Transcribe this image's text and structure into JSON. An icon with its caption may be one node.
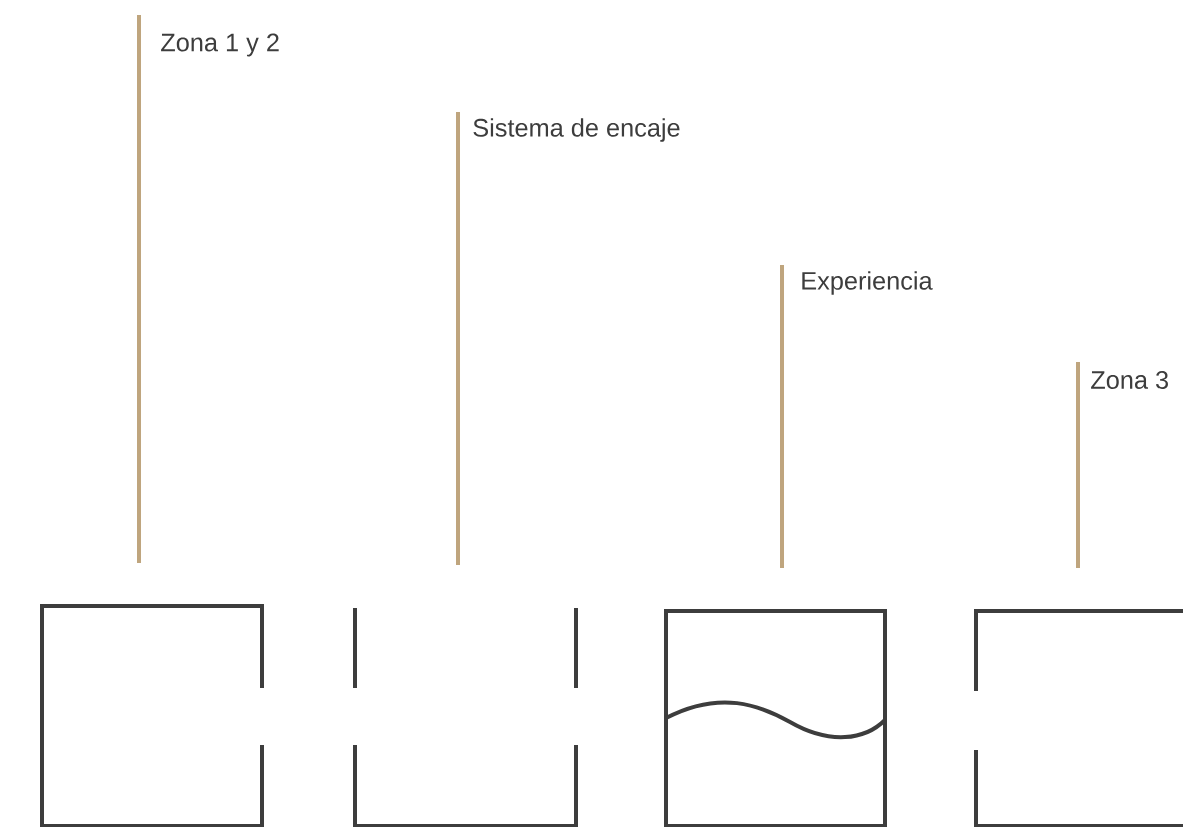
{
  "diagram": {
    "nodes": [
      {
        "text": [
          "Zona 1 y 2"
        ]
      },
      {
        "text": [
          "Sistema de encaje"
        ]
      },
      {
        "text": [
          "Experiencia"
        ]
      },
      {
        "text": [
          "Zona 3"
        ]
      },
      {
        "text": [],
        "shape": "box"
      },
      {
        "text": [],
        "shape": "box"
      },
      {
        "text": [],
        "shape": "box"
      },
      {
        "text": [],
        "shape": "box"
      }
    ],
    "edges": [
      {
        "from": 0,
        "to": 4,
        "arrow": "none"
      },
      {
        "from": 1,
        "to": 5,
        "arrow": "none"
      },
      {
        "from": 2,
        "to": 6,
        "arrow": "none"
      },
      {
        "from": 3,
        "to": 7,
        "arrow": "none"
      }
    ]
  }
}
